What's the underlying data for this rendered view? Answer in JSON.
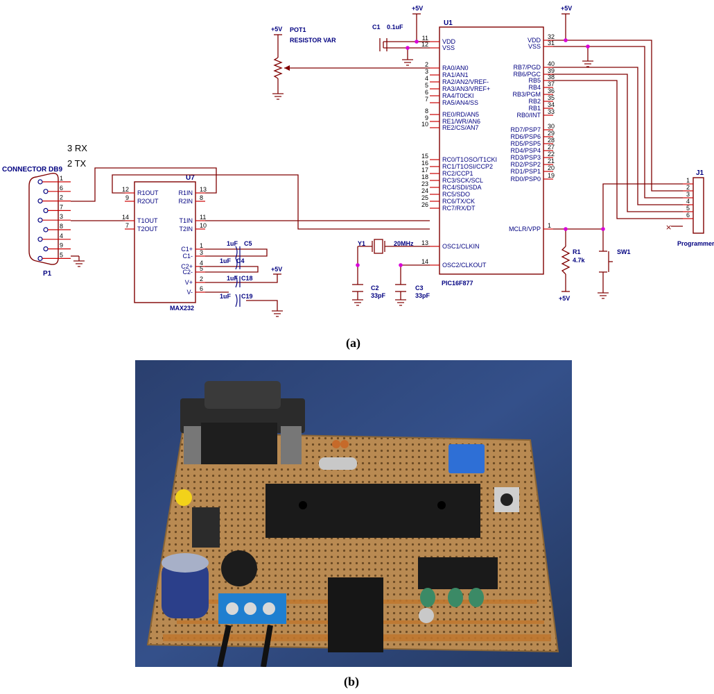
{
  "captions": {
    "a": "(a)",
    "b": "(b)"
  },
  "u1": {
    "ref": "U1",
    "part": "PIC16F877",
    "left_pins": [
      {
        "num": "11",
        "label": "VDD"
      },
      {
        "num": "12",
        "label": "VSS"
      },
      {
        "num": "2",
        "label": "RA0/AN0"
      },
      {
        "num": "3",
        "label": "RA1/AN1"
      },
      {
        "num": "4",
        "label": "RA2/AN2/VREF-"
      },
      {
        "num": "5",
        "label": "RA3/AN3/VREF+"
      },
      {
        "num": "6",
        "label": "RA4/T0CKI"
      },
      {
        "num": "7",
        "label": "RA5/AN4/SS"
      },
      {
        "num": "8",
        "label": "RE0/RD/AN5"
      },
      {
        "num": "9",
        "label": "RE1/WR/AN6"
      },
      {
        "num": "10",
        "label": "RE2/CS/AN7"
      },
      {
        "num": "15",
        "label": "RC0/T1OSO/T1CKI"
      },
      {
        "num": "16",
        "label": "RC1/T1OSI/CCP2"
      },
      {
        "num": "17",
        "label": "RC2/CCP1"
      },
      {
        "num": "18",
        "label": "RC3/SCK/SCL"
      },
      {
        "num": "23",
        "label": "RC4/SDI/SDA"
      },
      {
        "num": "24",
        "label": "RC5/SDO"
      },
      {
        "num": "25",
        "label": "RC6/TX/CK"
      },
      {
        "num": "26",
        "label": "RC7/RX/DT"
      },
      {
        "num": "13",
        "label": "OSC1/CLKIN"
      },
      {
        "num": "14",
        "label": "OSC2/CLKOUT"
      }
    ],
    "right_pins": [
      {
        "num": "32",
        "label": "VDD"
      },
      {
        "num": "31",
        "label": "VSS"
      },
      {
        "num": "40",
        "label": "RB7/PGD"
      },
      {
        "num": "39",
        "label": "RB6/PGC"
      },
      {
        "num": "38",
        "label": "RB5"
      },
      {
        "num": "37",
        "label": "RB4"
      },
      {
        "num": "36",
        "label": "RB3/PGM"
      },
      {
        "num": "35",
        "label": "RB2"
      },
      {
        "num": "34",
        "label": "RB1"
      },
      {
        "num": "33",
        "label": "RB0/INT"
      },
      {
        "num": "30",
        "label": "RD7/PSP7"
      },
      {
        "num": "29",
        "label": "RD6/PSP6"
      },
      {
        "num": "28",
        "label": "RD5/PSP5"
      },
      {
        "num": "27",
        "label": "RD4/PSP4"
      },
      {
        "num": "22",
        "label": "RD3/PSP3"
      },
      {
        "num": "21",
        "label": "RD2/PSP2"
      },
      {
        "num": "20",
        "label": "RD1/PSP1"
      },
      {
        "num": "19",
        "label": "RD0/PSP0"
      },
      {
        "num": "1",
        "label": "MCLR/VPP"
      }
    ]
  },
  "u7": {
    "ref": "U7",
    "part": "MAX232",
    "left_pins": [
      {
        "num": "12",
        "label": "R1OUT"
      },
      {
        "num": "9",
        "label": "R2OUT"
      },
      {
        "num": "14",
        "label": "T1OUT"
      },
      {
        "num": "7",
        "label": "T2OUT"
      }
    ],
    "right_pins": [
      {
        "num": "13",
        "label": "R1IN"
      },
      {
        "num": "8",
        "label": "R2IN"
      },
      {
        "num": "11",
        "label": "T1IN"
      },
      {
        "num": "10",
        "label": "T2IN"
      },
      {
        "num": "1",
        "label": "C1+"
      },
      {
        "num": "3",
        "label": "C1-"
      },
      {
        "num": "4",
        "label": "C2+"
      },
      {
        "num": "5",
        "label": "C2-"
      },
      {
        "num": "2",
        "label": "V+"
      },
      {
        "num": "6",
        "label": "V-"
      }
    ]
  },
  "j1": {
    "ref": "J1",
    "name": "Programmer",
    "pins": [
      "1",
      "2",
      "3",
      "4",
      "5",
      "6"
    ]
  },
  "p1": {
    "ref": "P1",
    "name": "CONNECTOR DB9",
    "pins": [
      "1",
      "6",
      "2",
      "7",
      "3",
      "8",
      "4",
      "9",
      "5"
    ]
  },
  "labels": {
    "rx": "3 RX",
    "tx": "2 TX",
    "pot_ref": "POT1",
    "pot_name": "RESISTOR VAR",
    "c1_ref": "C1",
    "c1_val": "0.1uF",
    "y1_ref": "Y1",
    "y1_val": "20MHz",
    "c2_ref": "C2",
    "c2_val": "33pF",
    "c3_ref": "C3",
    "c3_val": "33pF",
    "r1_ref": "R1",
    "r1_val": "4.7k",
    "sw1_ref": "SW1",
    "c5_val": "1uF",
    "c5_ref": "C5",
    "c4_val": "1uF",
    "c4_ref": "C4",
    "c18_val": "1uF",
    "c18_ref": "C18",
    "c19_val": "1uF",
    "c19_ref": "C19",
    "vcc": "+5V"
  }
}
